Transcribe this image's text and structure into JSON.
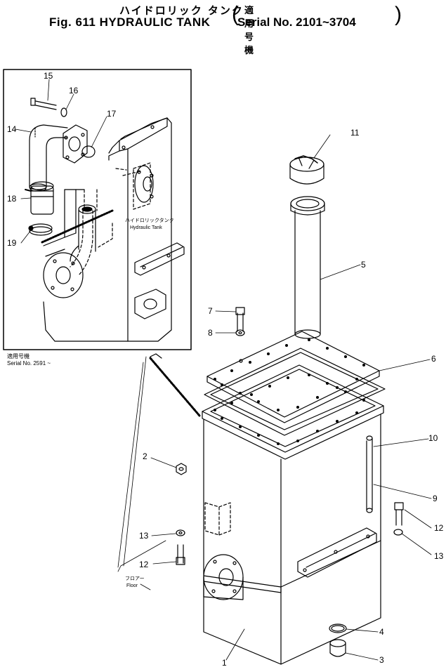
{
  "title": {
    "japanese": "ハイドロリック タンク",
    "english": "Fig. 611 HYDRAULIC TANK",
    "serial_japanese": "適用号機",
    "serial_english": "Serial No. 2101~3704"
  },
  "inset": {
    "tank_label_japanese": "ハイドロリックタンク",
    "tank_label_english": "Hydraulic Tank",
    "serial_japanese": "適用号機",
    "serial_english": "Serial No. 2591 ~"
  },
  "floor_label": {
    "japanese": "フロアー",
    "english": "Floor"
  },
  "callouts": [
    "1",
    "2",
    "3",
    "4",
    "5",
    "6",
    "7",
    "8",
    "9",
    "10",
    "11",
    "12",
    "12",
    "13",
    "13",
    "14",
    "15",
    "16",
    "17",
    "18",
    "19"
  ]
}
